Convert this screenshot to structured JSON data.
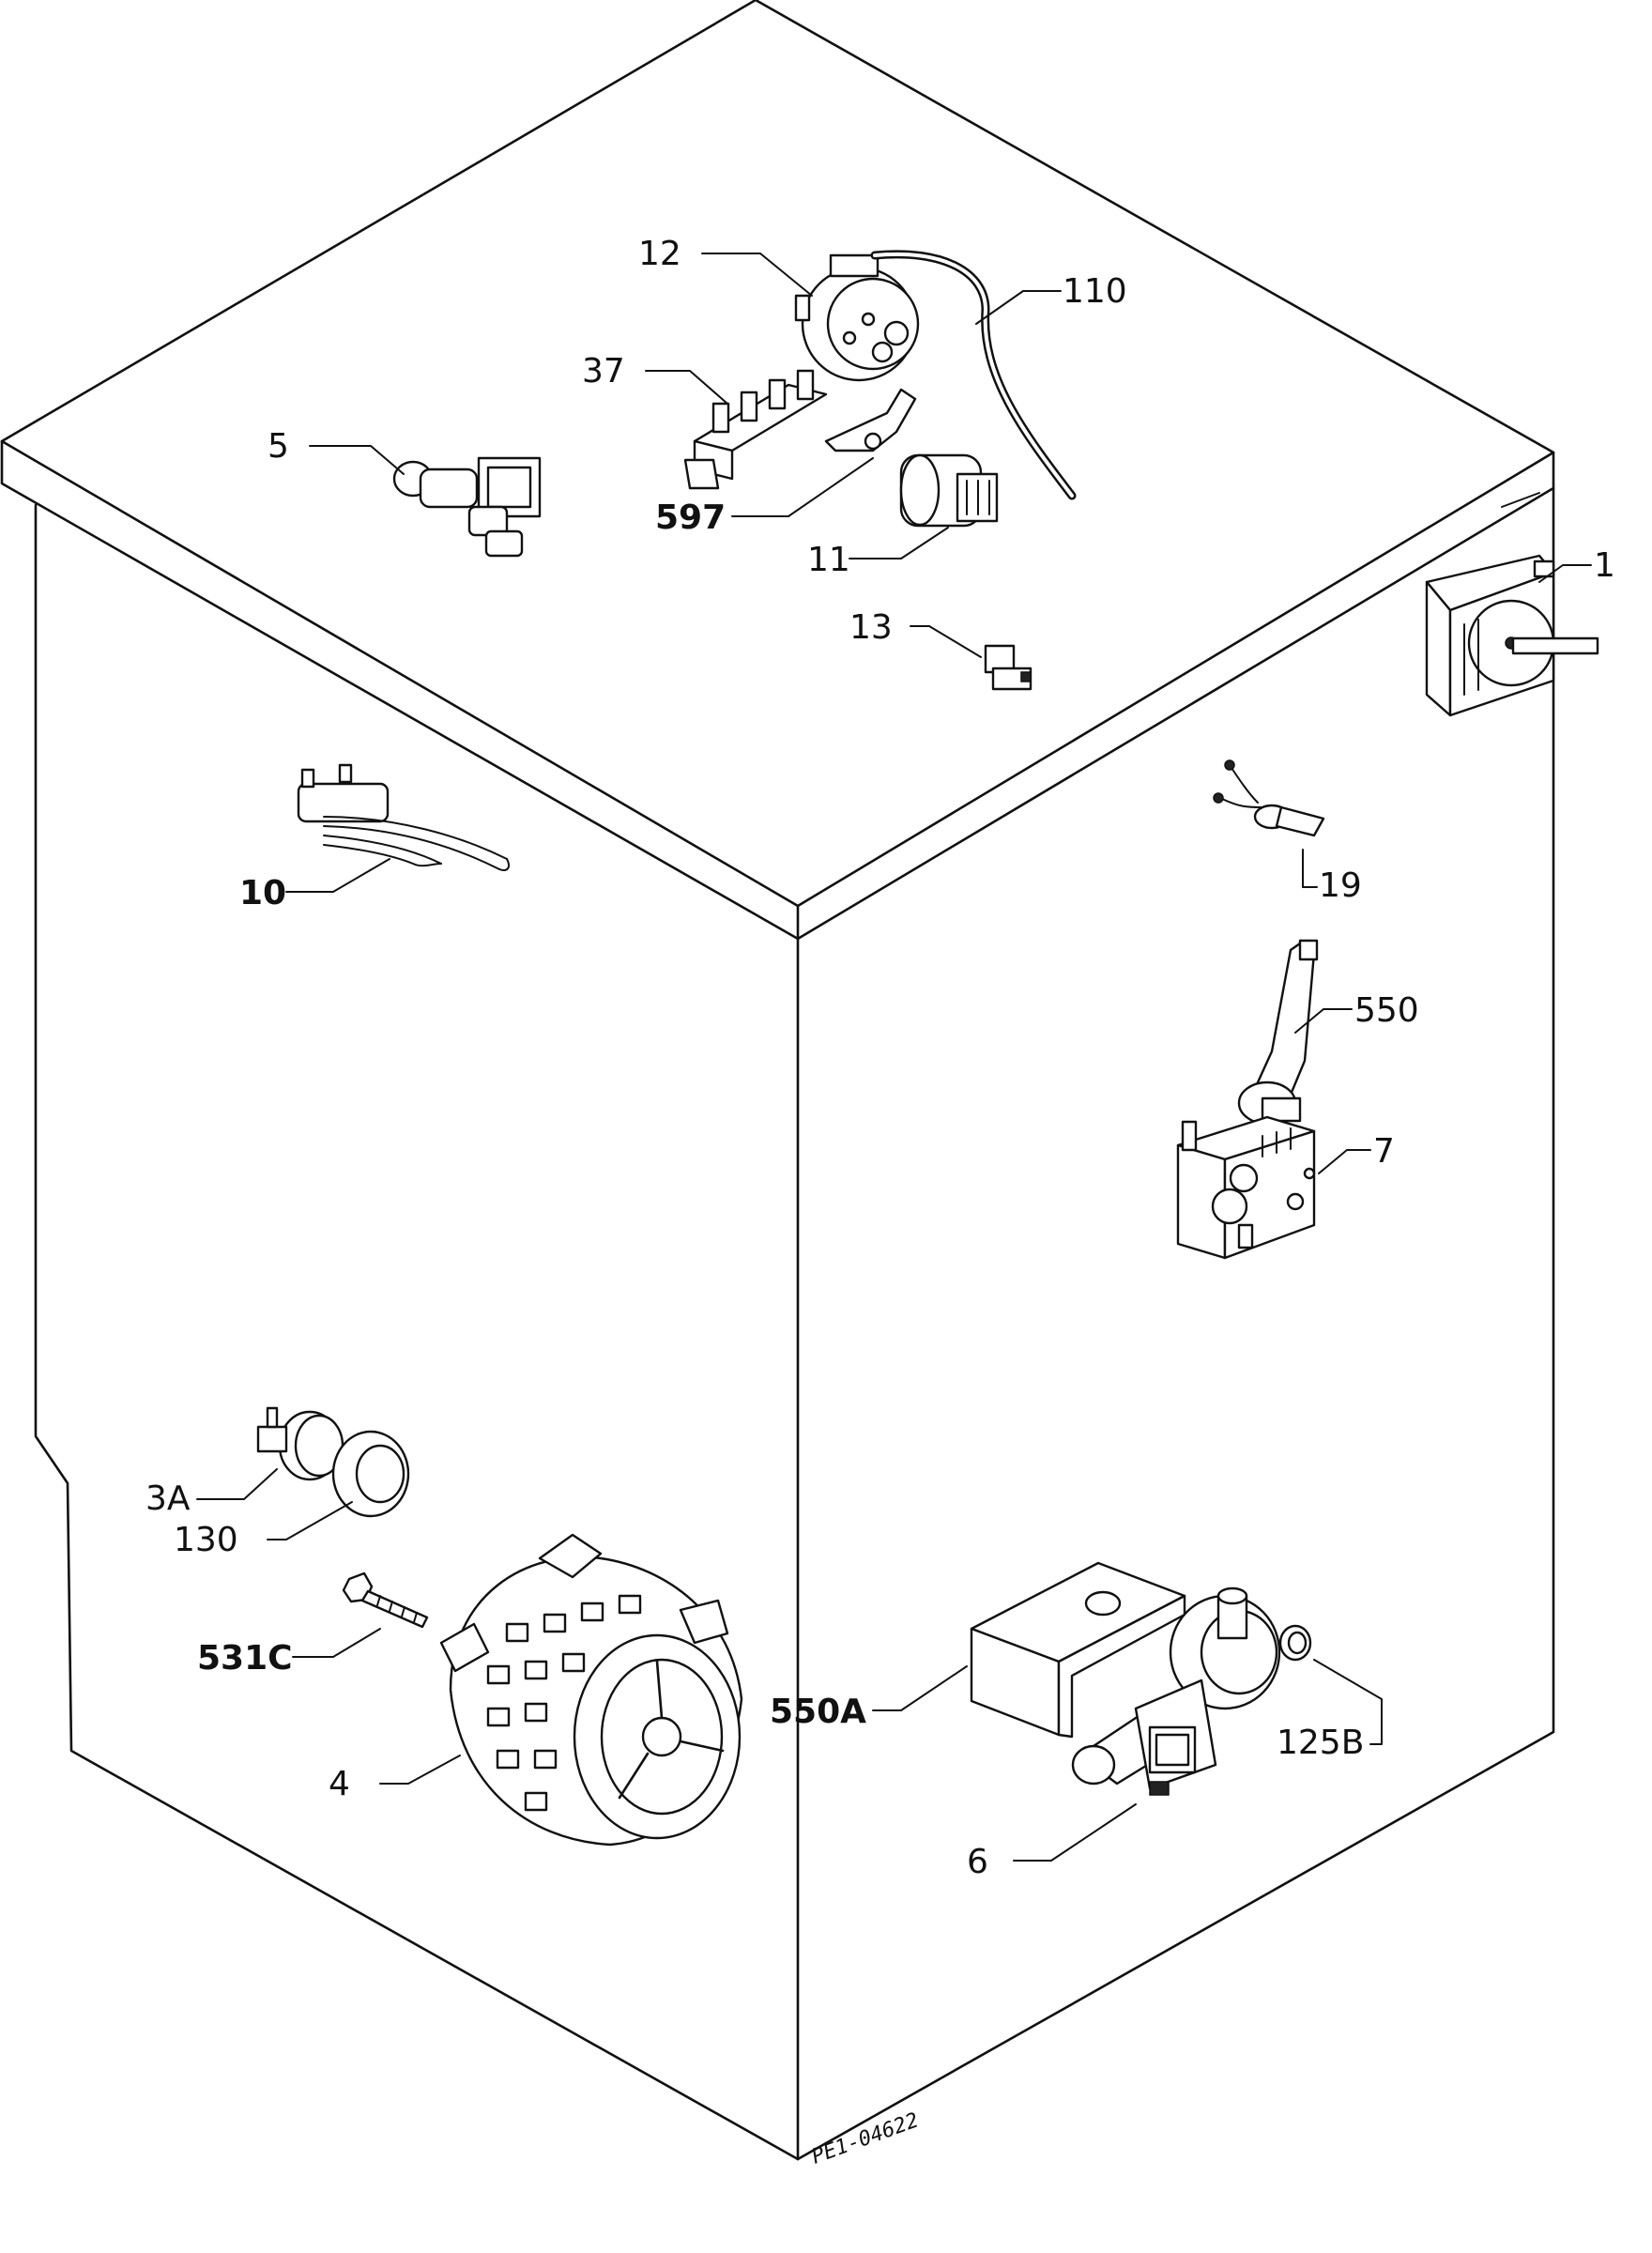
{
  "labels": {
    "p12": "12",
    "p110": "110",
    "p37": "37",
    "p5": "5",
    "p597": "597",
    "p11": "11",
    "p13": "13",
    "p1": "1",
    "p10": "10",
    "p19": "19",
    "p550": "550",
    "p7": "7",
    "p3a": "3A",
    "p130": "130",
    "p531c": "531C",
    "p4": "4",
    "p550a": "550A",
    "p125b": "125B",
    "p6": "6"
  },
  "drawing_code": "PE1-04622"
}
